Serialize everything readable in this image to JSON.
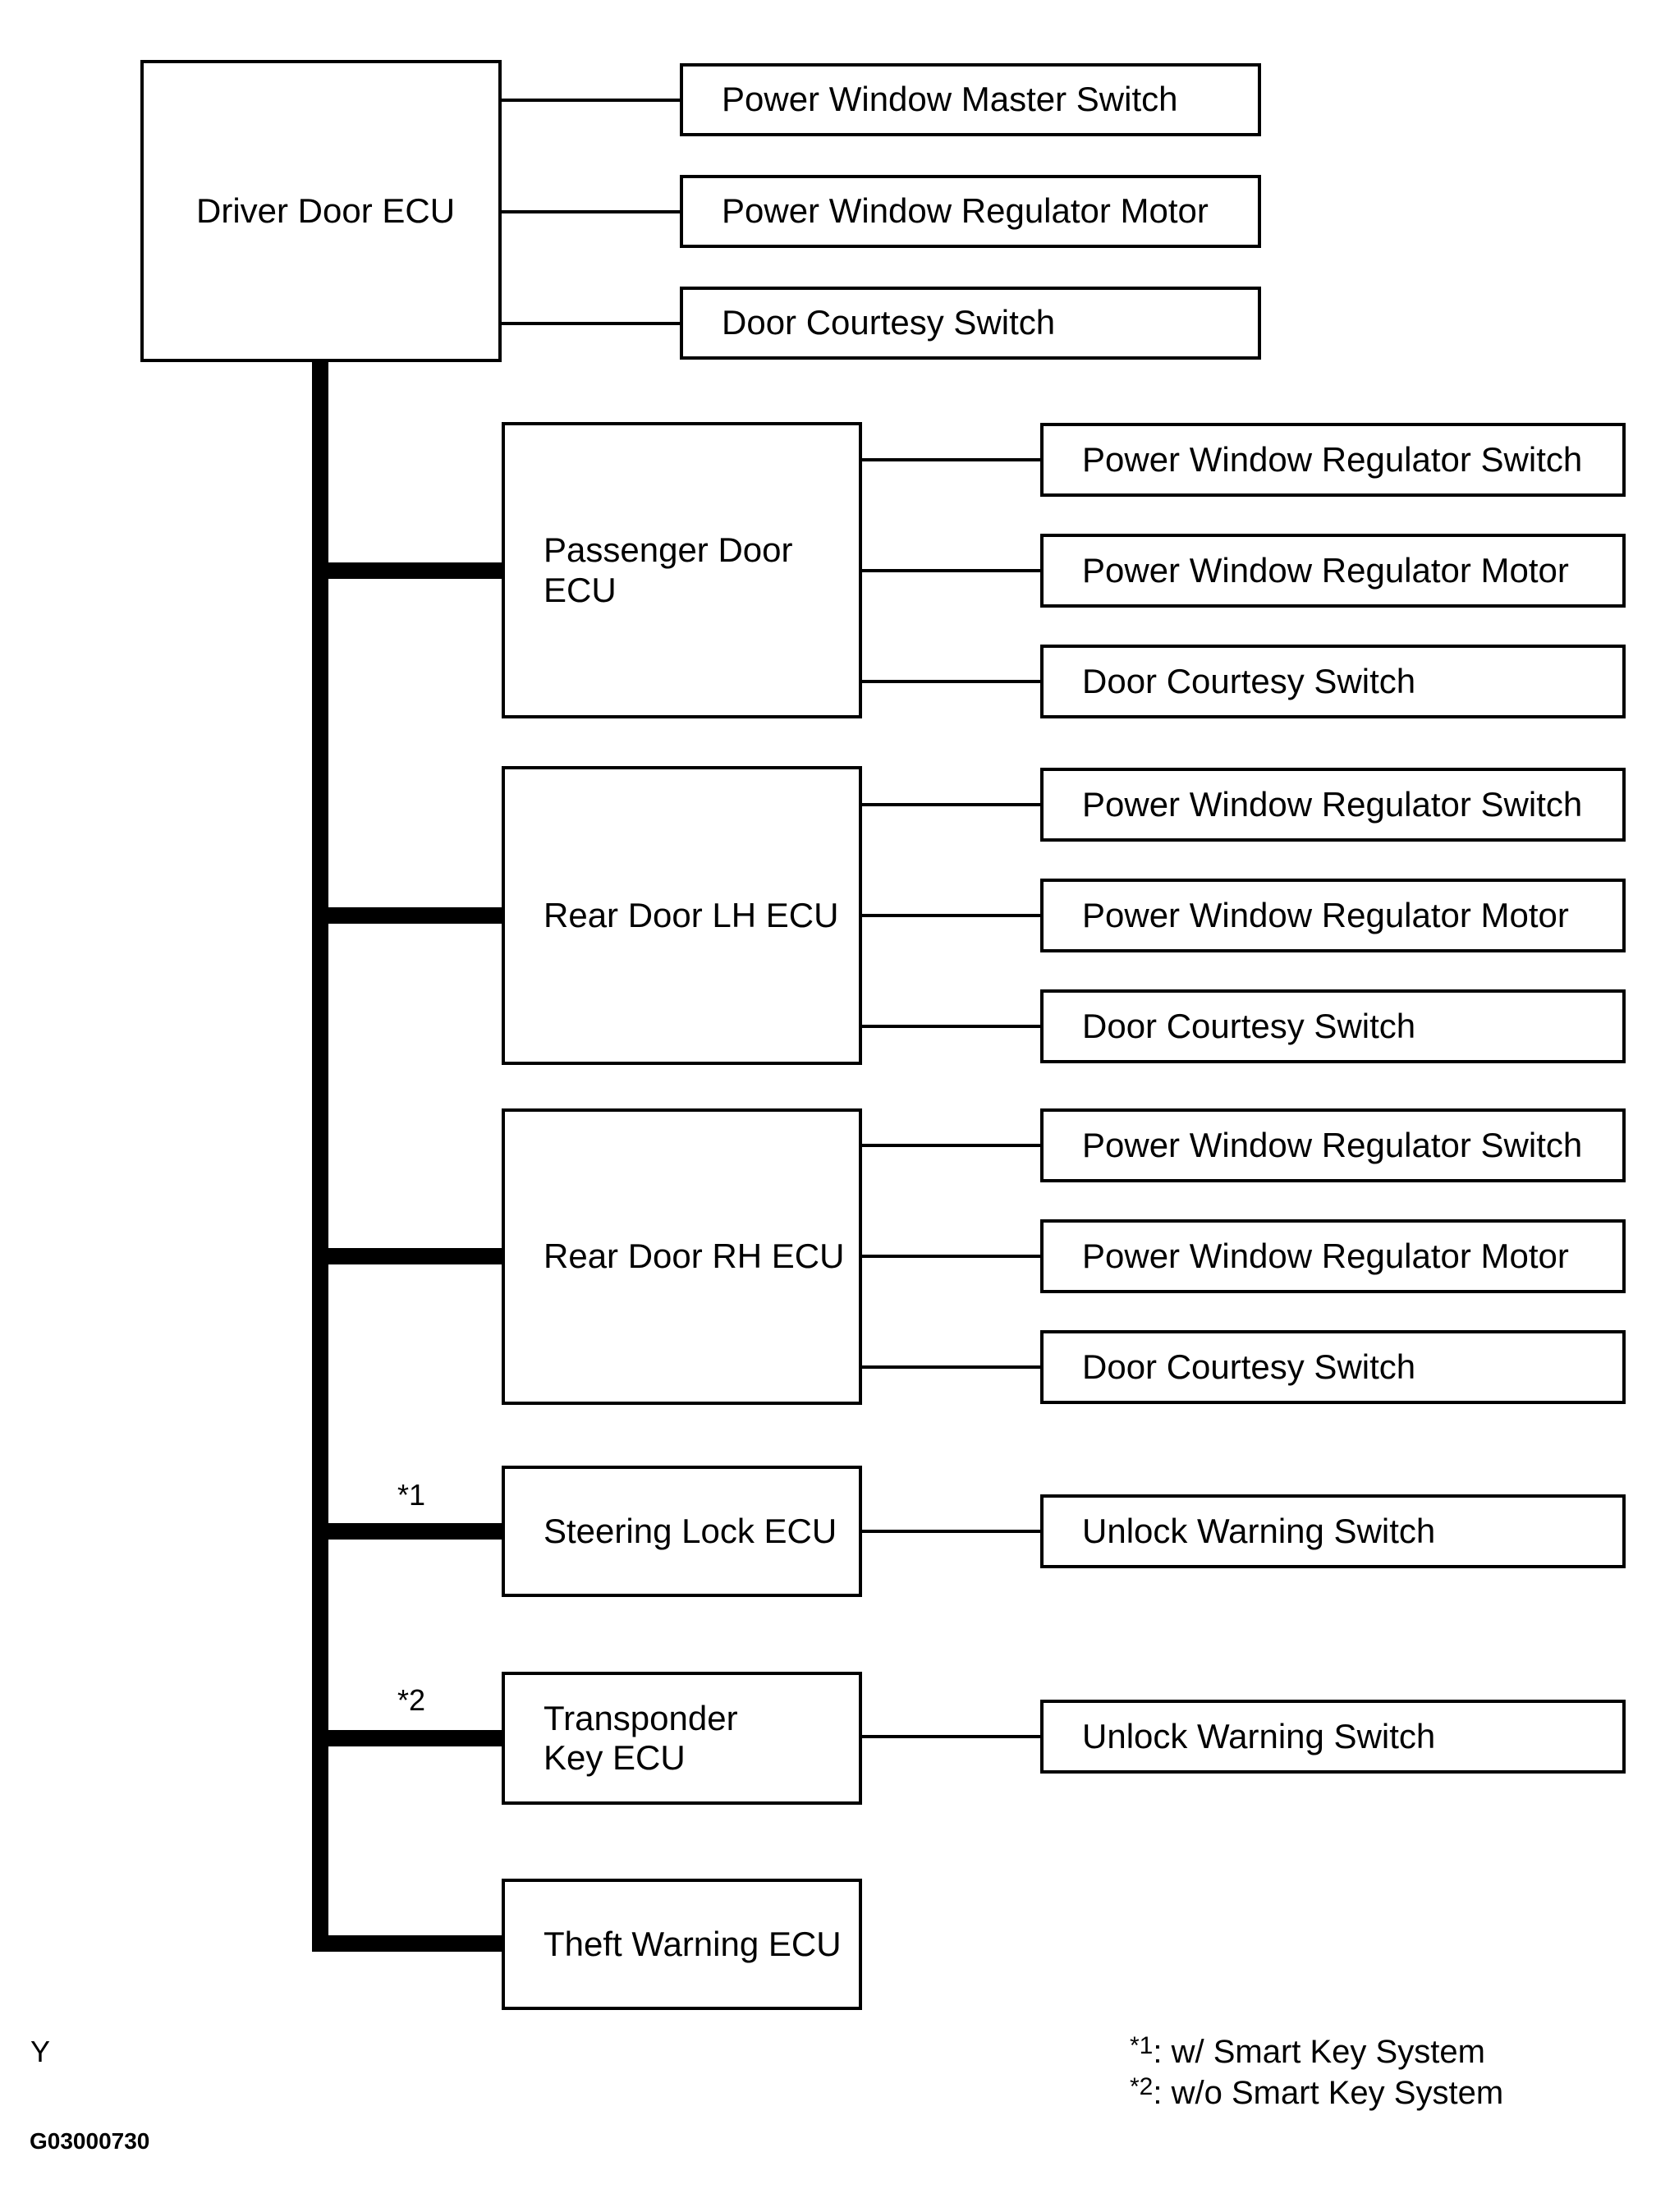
{
  "colors": {
    "line": "#000000",
    "background": "#ffffff"
  },
  "root": {
    "label": "Driver Door ECU",
    "children": [
      "Power Window Master Switch",
      "Power Window Regulator Motor",
      "Door Courtesy Switch"
    ]
  },
  "branches": [
    {
      "label": "Passenger Door ECU",
      "note": "",
      "children": [
        "Power Window Regulator Switch",
        "Power Window Regulator Motor",
        "Door Courtesy Switch"
      ]
    },
    {
      "label": "Rear Door LH ECU",
      "note": "",
      "children": [
        "Power Window Regulator Switch",
        "Power Window Regulator Motor",
        "Door Courtesy Switch"
      ]
    },
    {
      "label": "Rear Door RH ECU",
      "note": "",
      "children": [
        "Power Window Regulator Switch",
        "Power Window Regulator Motor",
        "Door Courtesy Switch"
      ]
    },
    {
      "label": "Steering Lock ECU",
      "note": "*1",
      "children": [
        "Unlock Warning Switch"
      ]
    },
    {
      "label": "Transponder\nKey ECU",
      "note": "*2",
      "children": [
        "Unlock Warning Switch"
      ]
    },
    {
      "label": "Theft Warning ECU",
      "note": "",
      "children": []
    }
  ],
  "legend": {
    "items": [
      {
        "marker": "*1",
        "text": ": w/ Smart Key System"
      },
      {
        "marker": "*2",
        "text": ": w/o Smart Key System"
      }
    ]
  },
  "footer": {
    "page_marker": "Y",
    "figure_id": "G03000730"
  }
}
